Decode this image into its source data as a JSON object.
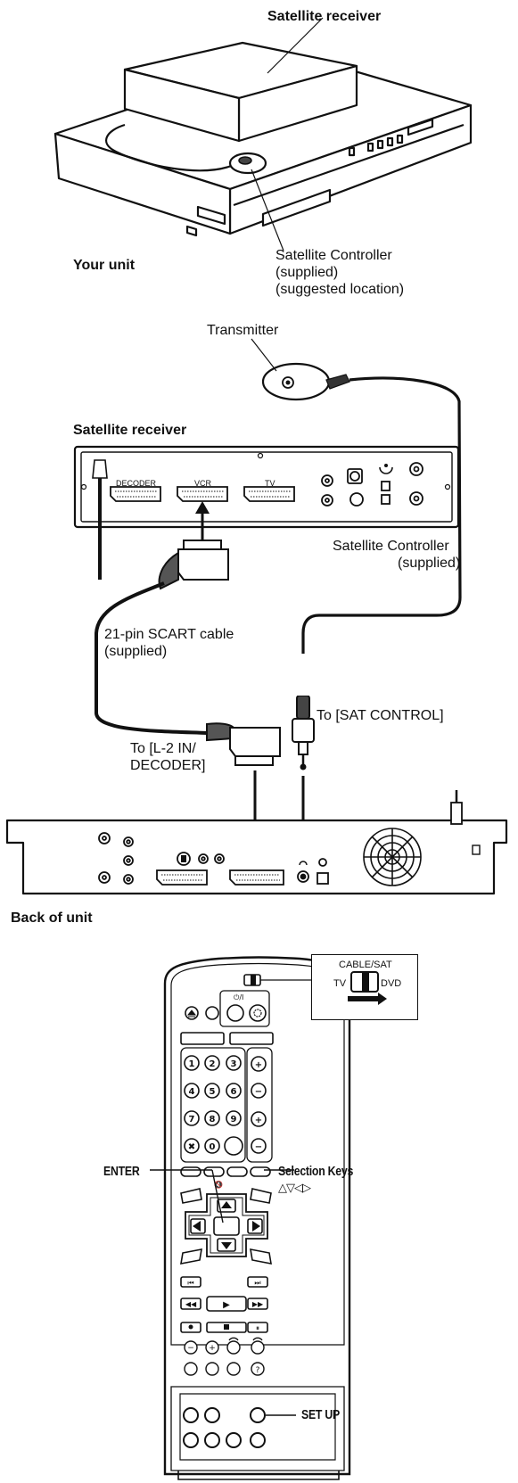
{
  "top_diagram": {
    "satellite_receiver_label": "Satellite receiver",
    "your_unit_label": "Your unit",
    "controller_label_1": "Satellite Controller",
    "controller_label_2": "(supplied)",
    "controller_label_3": "(suggested location)"
  },
  "connection_diagram": {
    "transmitter_label": "Transmitter",
    "satellite_receiver_label": "Satellite receiver",
    "port_decoder": "DECODER",
    "port_vcr": "VCR",
    "port_tv": "TV",
    "controller_label_1": "Satellite Controller",
    "controller_label_2": "(supplied)",
    "scart_label_1": "21-pin SCART cable",
    "scart_label_2": "(supplied)",
    "sat_control_label": "To [SAT CONTROL]",
    "l2_label_1": "To [L-2 IN/",
    "l2_label_2": "DECODER]",
    "back_of_unit_label": "Back of unit"
  },
  "remote": {
    "switch_title": "CABLE/SAT",
    "switch_left": "TV",
    "switch_right": "DVD",
    "enter_label": "ENTER",
    "selection_keys_label": "Selection Keys",
    "selection_keys_symbols": "△▽◁▷",
    "setup_label": "SET UP",
    "digits": [
      "1",
      "2",
      "3",
      "4",
      "5",
      "6",
      "7",
      "8",
      "9",
      "0"
    ]
  }
}
